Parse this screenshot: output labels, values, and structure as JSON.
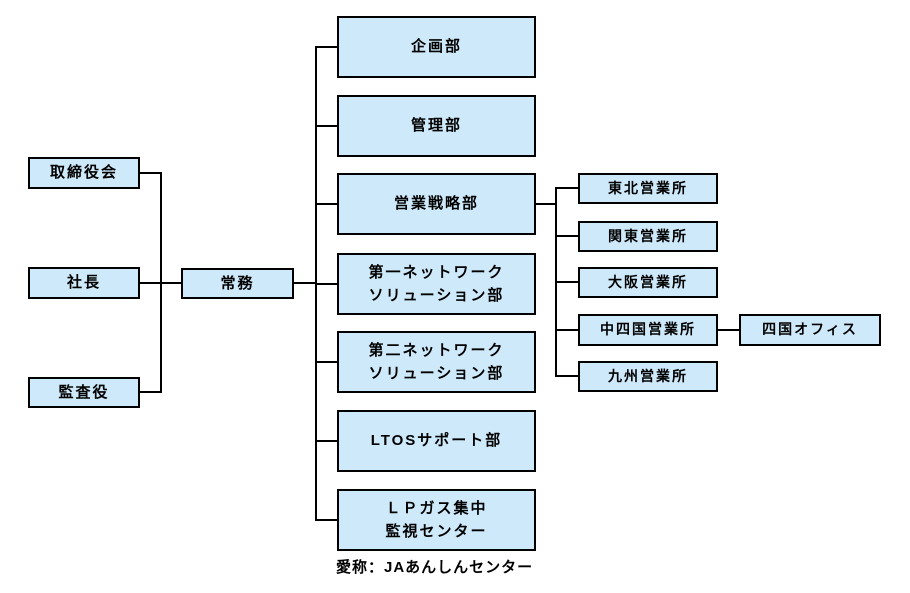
{
  "chart": {
    "type": "org-chart",
    "caption": "愛称：JAあんしんセンター",
    "colors": {
      "box_fill": "#cde9fa",
      "box_border": "#000000",
      "line": "#000000",
      "text": "#000000"
    },
    "executive": {
      "board": "取締役会",
      "president": "社長",
      "auditor": "監査役",
      "managing_director": "常務"
    },
    "departments": [
      {
        "label": "企画部"
      },
      {
        "label": "管理部"
      },
      {
        "label": "営業戦略部"
      },
      {
        "label": "第一ネットワーク\nソリューション部"
      },
      {
        "label": "第二ネットワーク\nソリューション部"
      },
      {
        "label": "LTOSサポート部"
      },
      {
        "label": "ＬＰガス集中\n監視センター"
      }
    ],
    "sales_offices": [
      {
        "label": "東北営業所"
      },
      {
        "label": "関東営業所"
      },
      {
        "label": "大阪営業所"
      },
      {
        "label": "中四国営業所"
      },
      {
        "label": "九州営業所"
      }
    ],
    "sub_office": {
      "label": "四国オフィス"
    }
  }
}
